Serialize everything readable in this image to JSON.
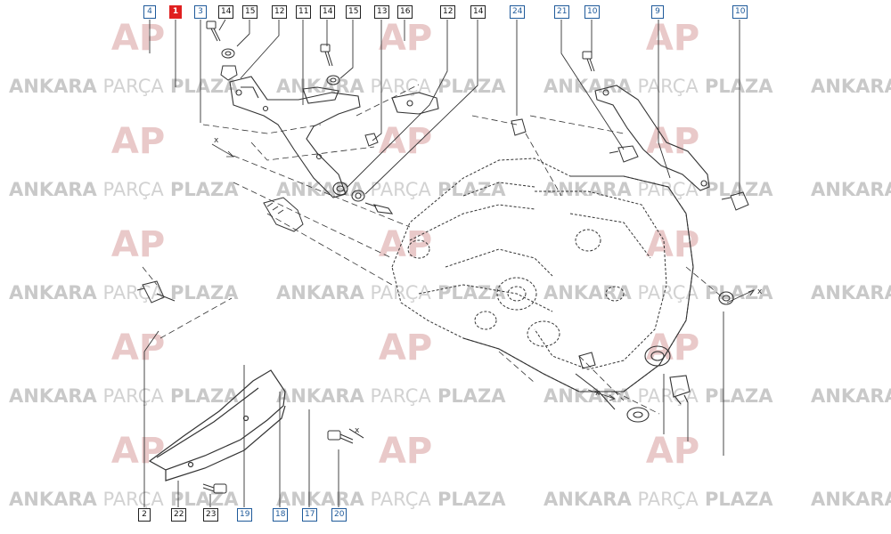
{
  "watermark": {
    "segments": [
      "ANKARA",
      "PARÇA",
      "PLAZA"
    ],
    "logo_glyph": "AP"
  },
  "callouts": [
    {
      "id": "c-4a",
      "label": "4",
      "style": "blue"
    },
    {
      "id": "c-1",
      "label": "1",
      "style": "red"
    },
    {
      "id": "c-3",
      "label": "3",
      "style": "blue"
    },
    {
      "id": "c-14a",
      "label": "14",
      "style": "dark"
    },
    {
      "id": "c-15a",
      "label": "15",
      "style": "dark"
    },
    {
      "id": "c-12a",
      "label": "12",
      "style": "dark"
    },
    {
      "id": "c-11",
      "label": "11",
      "style": "dark"
    },
    {
      "id": "c-14b",
      "label": "14",
      "style": "dark"
    },
    {
      "id": "c-15b",
      "label": "15",
      "style": "dark"
    },
    {
      "id": "c-13",
      "label": "13",
      "style": "dark"
    },
    {
      "id": "c-16",
      "label": "16",
      "style": "dark"
    },
    {
      "id": "c-12b",
      "label": "12",
      "style": "dark"
    },
    {
      "id": "c-14c",
      "label": "14",
      "style": "dark"
    },
    {
      "id": "c-24",
      "label": "24",
      "style": "blue"
    },
    {
      "id": "c-21",
      "label": "21",
      "style": "blue"
    },
    {
      "id": "c-10a",
      "label": "10",
      "style": "blue"
    },
    {
      "id": "c-9",
      "label": "9",
      "style": "blue"
    },
    {
      "id": "c-10b",
      "label": "10",
      "style": "blue"
    },
    {
      "id": "c-2",
      "label": "2",
      "style": "dark"
    },
    {
      "id": "c-22",
      "label": "22",
      "style": "dark"
    },
    {
      "id": "c-23",
      "label": "23",
      "style": "dark"
    },
    {
      "id": "c-19",
      "label": "19",
      "style": "blue"
    },
    {
      "id": "c-18",
      "label": "18",
      "style": "blue"
    },
    {
      "id": "c-17",
      "label": "17",
      "style": "blue"
    },
    {
      "id": "c-20",
      "label": "20",
      "style": "blue"
    }
  ],
  "dimension_marks": [
    "x",
    "x",
    "x",
    "x"
  ]
}
